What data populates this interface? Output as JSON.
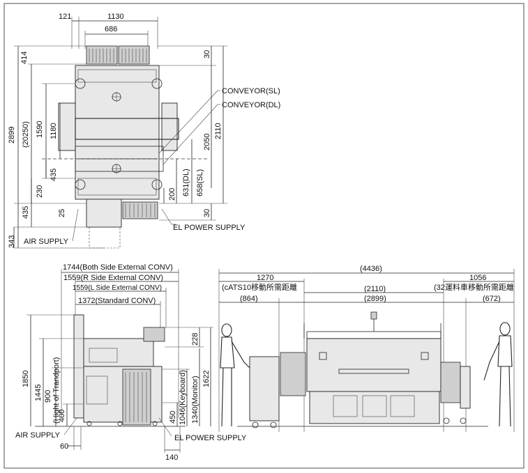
{
  "top_view": {
    "dims_top": [
      "121",
      "1130",
      "686"
    ],
    "dims_left": [
      "414",
      "2899",
      "(20250)",
      "1590",
      "1180",
      "435",
      "230",
      "435",
      "25",
      "343"
    ],
    "dims_right": [
      "30",
      "2050",
      "2110",
      "631(DL)",
      "658(SL)",
      "200",
      "30"
    ],
    "callouts": [
      "CONVEYOR(SL)",
      "CONVEYOR(DL)",
      "EL POWER SUPPLY",
      "AIR SUPPLY"
    ]
  },
  "side_view": {
    "widths": [
      "1744(Both Side External CONV)",
      "1559(R Side External CONV)",
      "1559(L Side External CONV)",
      "1372(Standard CONV)"
    ],
    "heights": [
      "1850",
      "1445",
      "900",
      "(Hight of Trandport)",
      "400",
      "228",
      "450",
      "1046(Keyboard)",
      "1340(Monitor)",
      "1622"
    ],
    "bottom": [
      "60",
      "140"
    ],
    "callouts": [
      "AIR SUPPLY",
      "EL POWER SUPPLY"
    ]
  },
  "front_view": {
    "total": "(4436)",
    "left_clear": "1270",
    "left_note": "(cATS10移動所需距離",
    "center": "(2110)",
    "right_clear": "1056",
    "right_note": "(32運料車移動所需距離",
    "row2": [
      "(864)",
      "(2899)",
      "(672)"
    ]
  }
}
